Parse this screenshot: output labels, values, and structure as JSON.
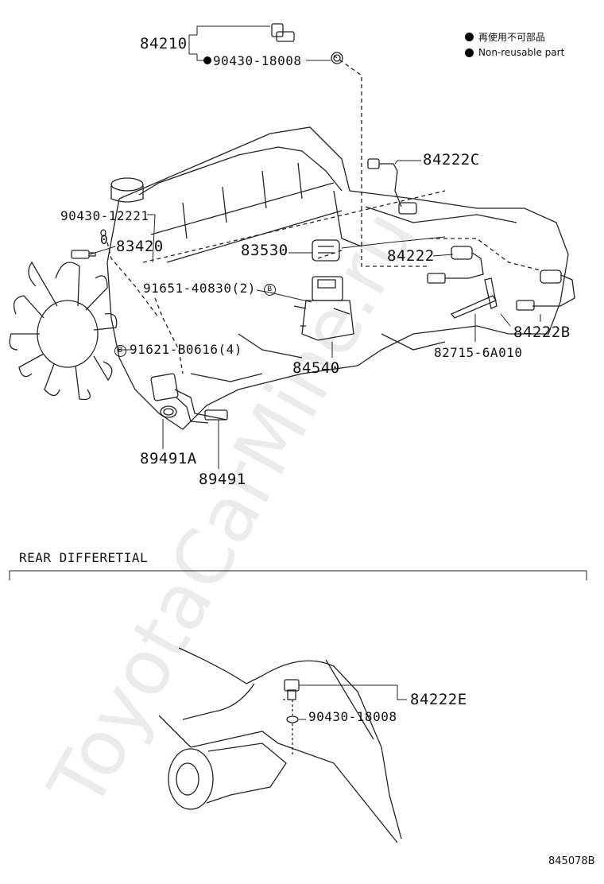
{
  "legend": {
    "items": [
      {
        "text": "再使用不可部品"
      },
      {
        "text": "Non-reusable part"
      }
    ]
  },
  "parts": {
    "p84210": "84210",
    "p90430_18008_top": "90430-18008",
    "p84222C": "84222C",
    "p90430_12221": "90430-12221",
    "p0": "0",
    "p83420": "83420",
    "p83530": "83530",
    "p84222": "84222",
    "p91651": "91651-40830(2)",
    "p91621": "91621-B0616(4)",
    "p84540": "84540",
    "p84222B": "84222B",
    "p82715": "82715-6A010",
    "p89491A": "89491A",
    "p89491": "89491",
    "p84222E": "84222E",
    "p90430_18008_bottom": "90430-18008"
  },
  "marker": {
    "b": "B"
  },
  "section": {
    "rear_title": "REAR DIFFERETIAL"
  },
  "footer": {
    "code": "845078B"
  },
  "watermark": {
    "text": "ToyotaCarMine.ru"
  }
}
